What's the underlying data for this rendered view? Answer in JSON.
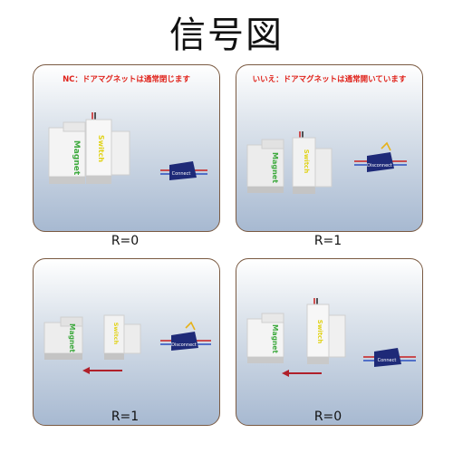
{
  "title": "信号図",
  "panels": [
    {
      "caption": "NC：ドアマグネットは通常閉じます",
      "r": "R=0",
      "magnet": "Magnet",
      "switch": "Switch",
      "disconnect": "Connect"
    },
    {
      "caption": "いいえ：ドアマグネットは通常開いています",
      "r": "R=1",
      "magnet": "Magnet",
      "switch": "Switch",
      "disconnect": "Disconnect"
    },
    {
      "caption": "",
      "r": "R=1",
      "magnet": "Magnet",
      "switch": "Switch",
      "disconnect": "Disconnect"
    },
    {
      "caption": "",
      "r": "R=0",
      "magnet": "Magnet",
      "switch": "Switch",
      "disconnect": "Connect"
    }
  ],
  "colors": {
    "magnet_text": "#3faa3f",
    "switch_text": "#e1d31a",
    "arrow": "#b0202a",
    "sensor": "#1e2a78"
  }
}
